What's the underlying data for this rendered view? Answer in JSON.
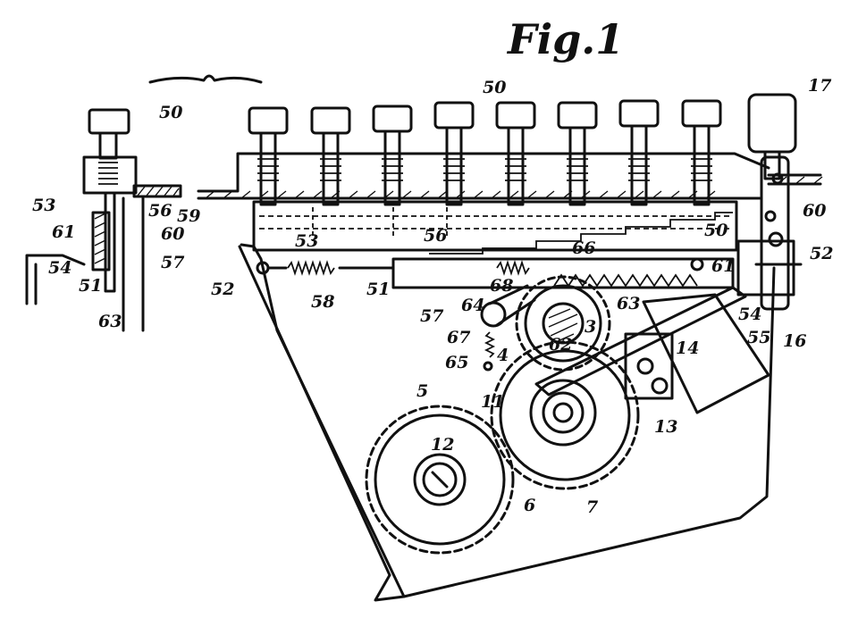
{
  "figure": {
    "title": "Fig.1"
  },
  "labels": {
    "key_top": "50",
    "key_side": "50",
    "key_17": "17",
    "l_53a": "53",
    "l_56a": "56",
    "l_59": "59",
    "l_61": "61",
    "l_60a": "60",
    "l_54a": "54",
    "l_51a": "51",
    "l_57a": "57",
    "l_63a": "63",
    "l_52a": "52",
    "l_53b": "53",
    "l_56b": "56",
    "l_58": "58",
    "l_51b": "51",
    "l_57b": "57",
    "l_66": "66",
    "l_50b": "50",
    "l_60b": "60",
    "l_52b": "52",
    "l_61b": "61",
    "l_63b": "63",
    "l_68": "68",
    "l_64": "64",
    "l_3": "3",
    "l_62": "62",
    "l_67": "67",
    "l_65": "65",
    "l_4": "4",
    "l_54b": "54",
    "l_55": "55",
    "l_16": "16",
    "l_14": "14",
    "l_5": "5",
    "l_11": "11",
    "l_13": "13",
    "l_12": "12",
    "l_6": "6",
    "l_7": "7"
  },
  "colors": {
    "ink": "#111111",
    "paper": "#ffffff"
  }
}
